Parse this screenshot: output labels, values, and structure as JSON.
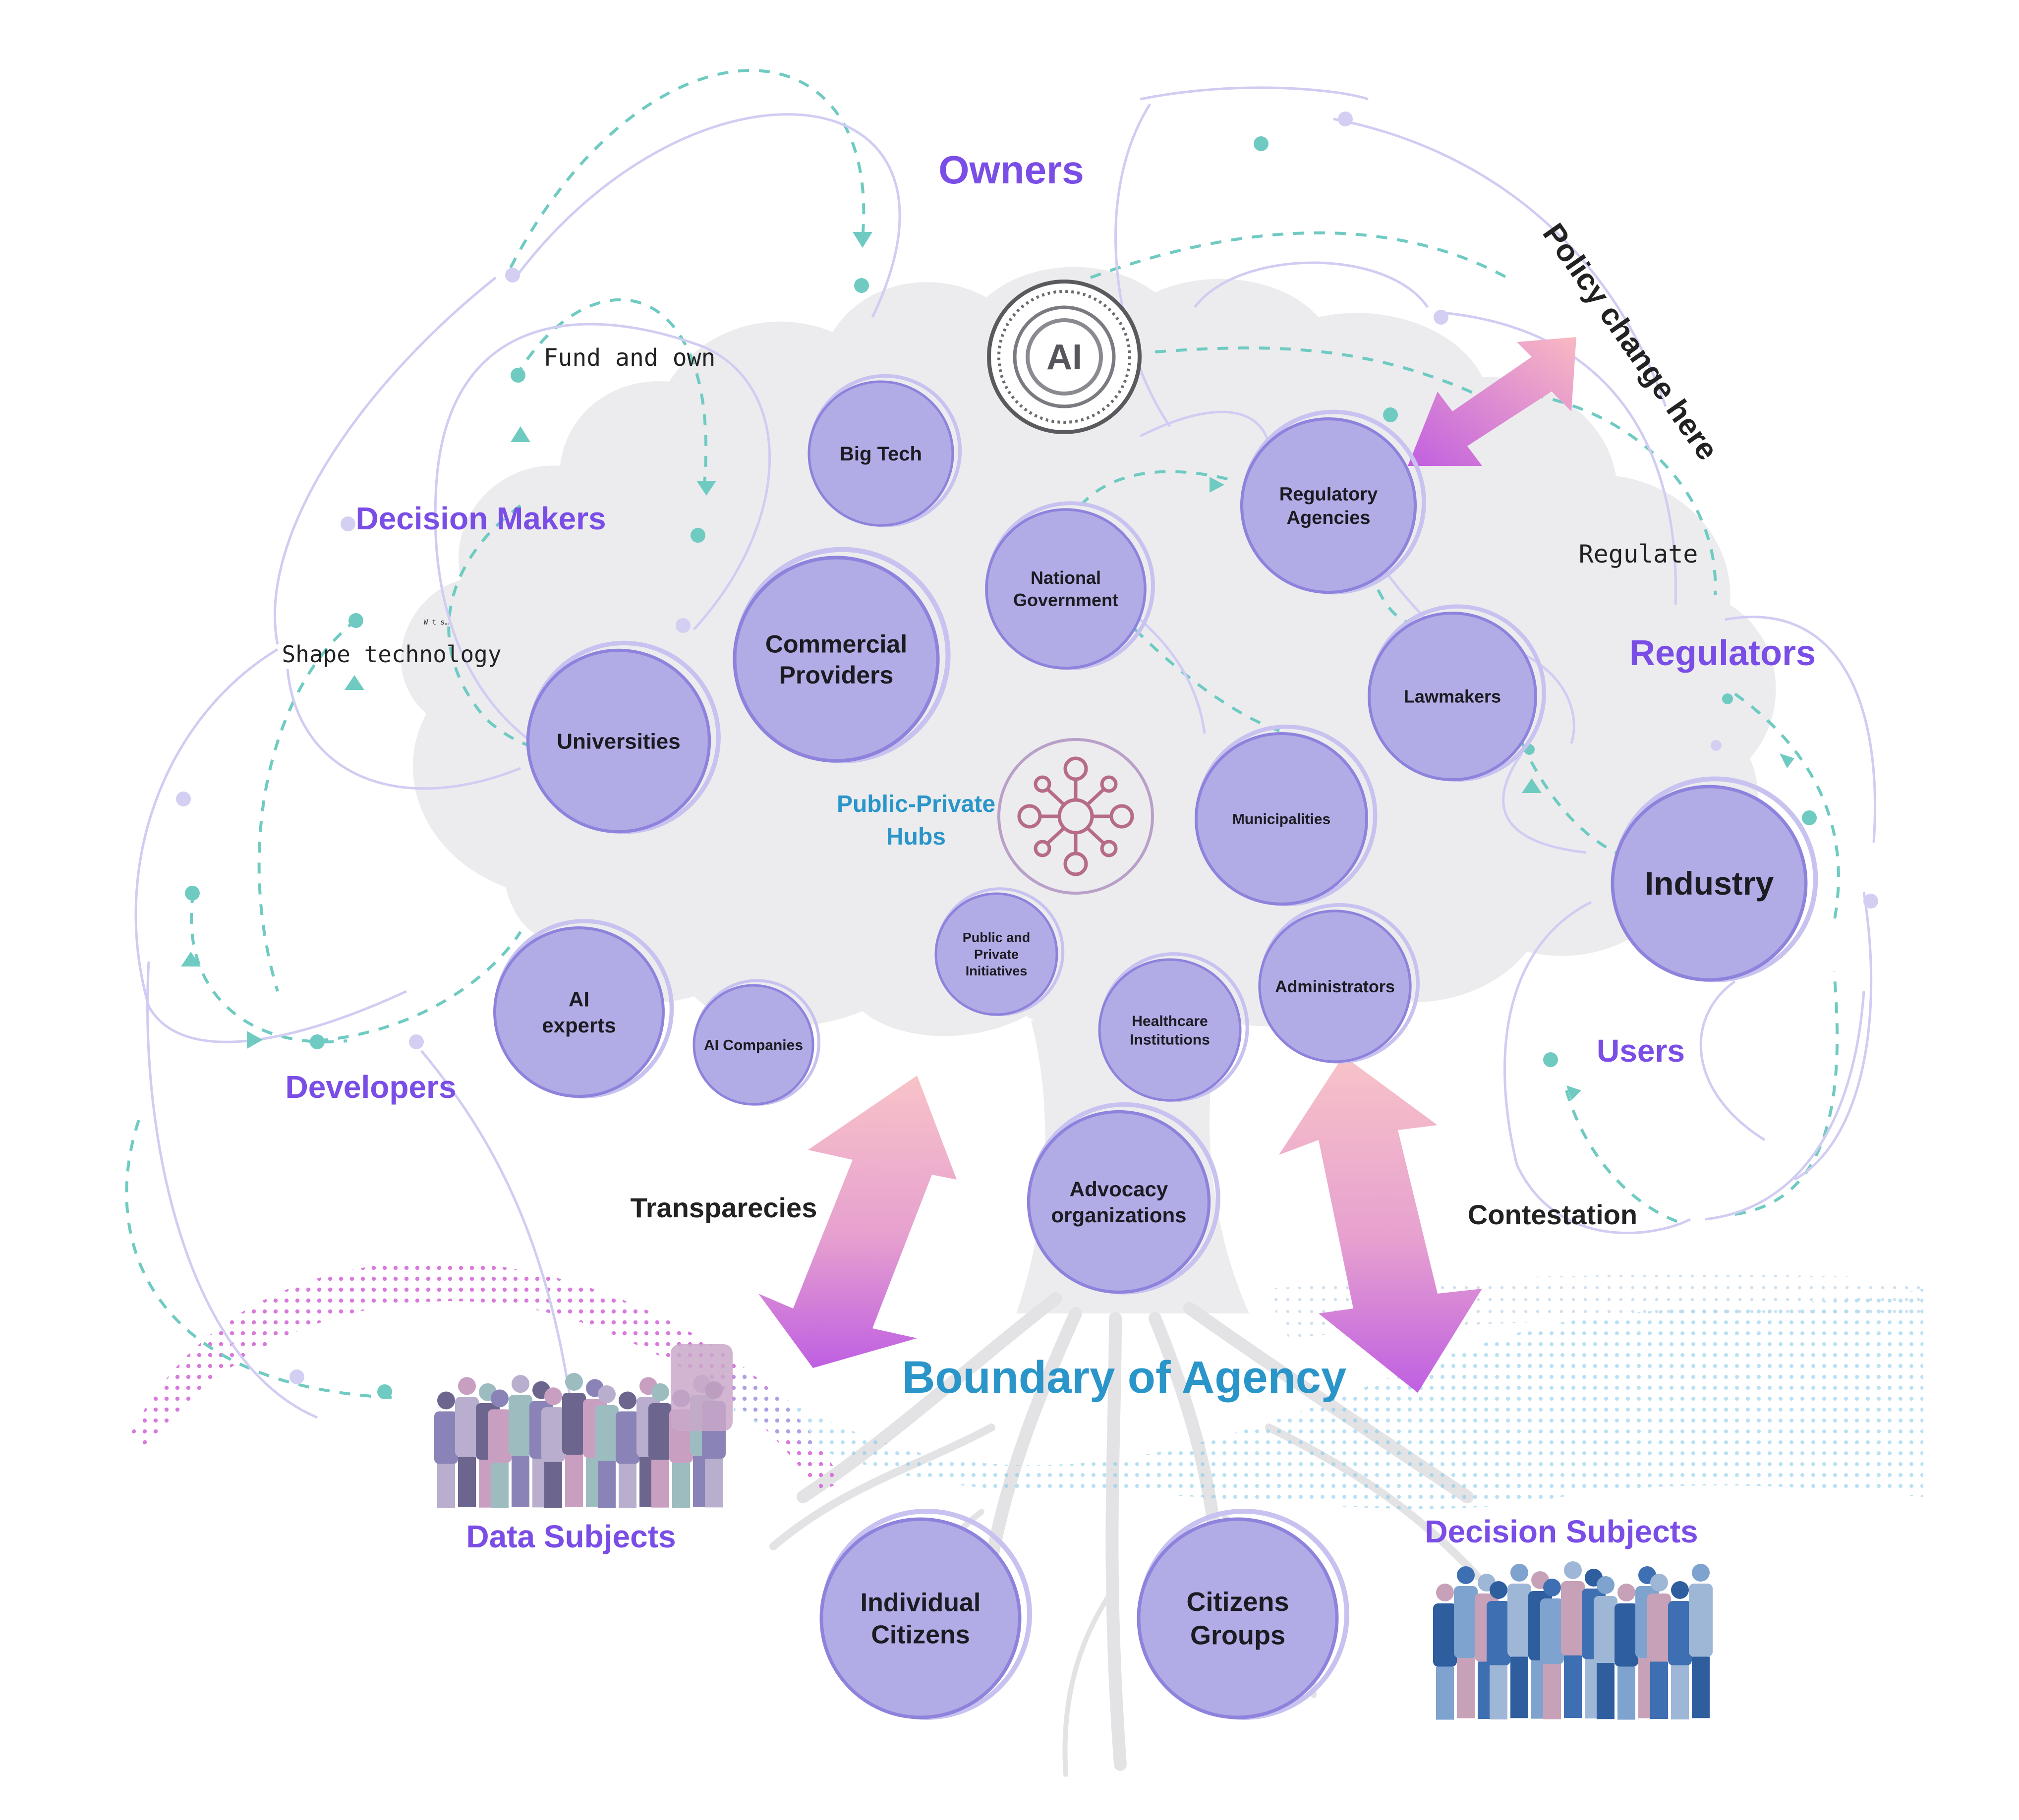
{
  "labels": {
    "owners": "Owners",
    "decision_makers": "Decision Makers",
    "regulators": "Regulators",
    "developers": "Developers",
    "users": "Users",
    "data_subjects": "Data Subjects",
    "decision_subjects": "Decision Subjects",
    "boundary": "Boundary of Agency",
    "public_private_hubs_1": "Public-Private",
    "public_private_hubs_2": "Hubs"
  },
  "edge_labels": {
    "fund_and_own": "Fund and own",
    "shape_technology": "Shape technology",
    "small_note": "W t s…",
    "regulate": "Regulate",
    "policy_change": "Policy change here",
    "transparencies": "Transparecies",
    "contestation": "Contestation"
  },
  "ai_badge": "AI",
  "nodes": {
    "big_tech": [
      "Big Tech"
    ],
    "commercial_providers": [
      "Commercial",
      "Providers"
    ],
    "universities": [
      "Universities"
    ],
    "national_government": [
      "National",
      "Government"
    ],
    "regulatory_agencies": [
      "Regulatory",
      "Agencies"
    ],
    "lawmakers": [
      "Lawmakers"
    ],
    "municipalities": [
      "Municipalities"
    ],
    "industry": [
      "Industry"
    ],
    "administrators": [
      "Administrators"
    ],
    "healthcare_institutions": [
      "Healthcare",
      "Institutions"
    ],
    "public_private_initiatives": [
      "Public and",
      "Private",
      "Initiatives"
    ],
    "ai_experts": [
      "AI",
      "experts"
    ],
    "ai_companies": [
      "AI Companies"
    ],
    "advocacy_organizations": [
      "Advocacy",
      "organizations"
    ],
    "individual_citizens": [
      "Individual",
      "Citizens"
    ],
    "citizens_groups": [
      "Citizens",
      "Groups"
    ]
  },
  "colors": {
    "node_fill": "#b2ace6",
    "node_ring": "#8d83dc",
    "category_text": "#7a4ee6",
    "boundary_text": "#2a95c9",
    "hubs_text": "#2a95c9",
    "dashed_teal": "#6fcbc2",
    "arrow_top": "#f7b8c2",
    "arrow_bottom": "#c46ae0",
    "tree": "#ebebed"
  }
}
